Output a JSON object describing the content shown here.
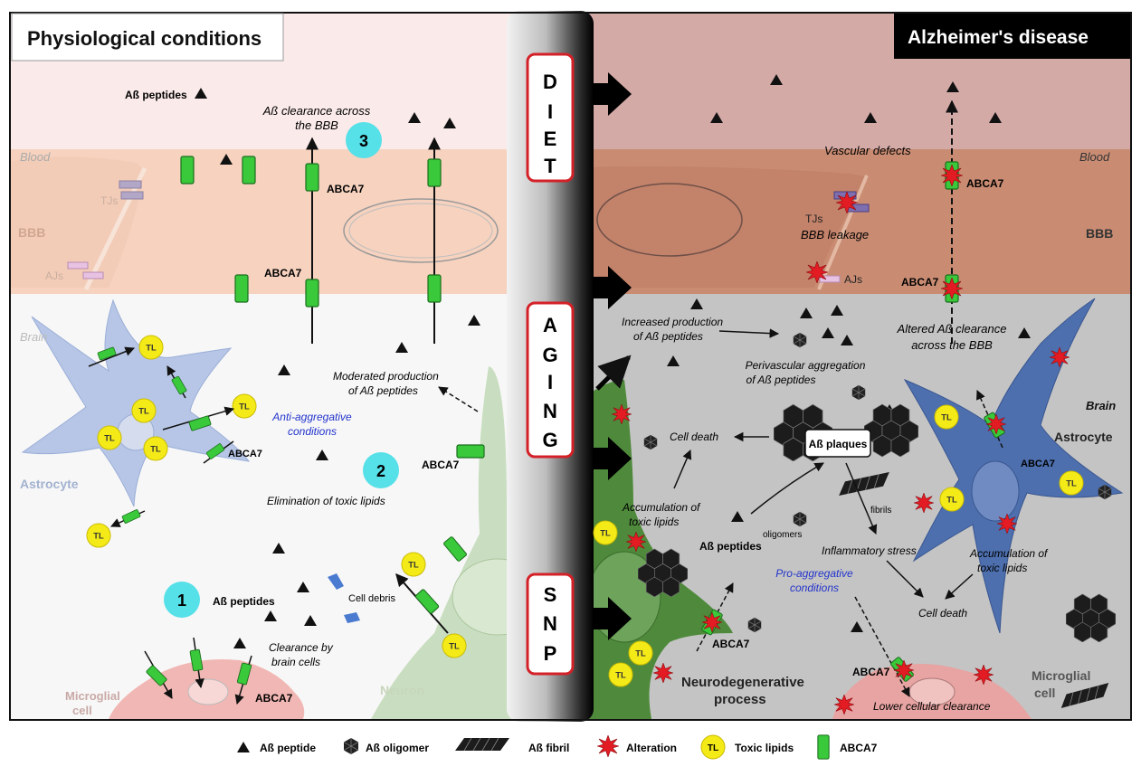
{
  "panels": {
    "left_title": "Physiological conditions",
    "right_title": "Alzheimer's disease"
  },
  "factors": [
    "D",
    "I",
    "E",
    "T",
    "A",
    "G",
    "I",
    "N",
    "G",
    "S",
    "N",
    "P"
  ],
  "left": {
    "blood": "Blood",
    "bbb": "BBB",
    "brain": "Brain",
    "tjs": "TJs",
    "ajs": "AJs",
    "abeta_peptides_top": "Aß peptides",
    "clearance_bbb_1": "Aß clearance across",
    "clearance_bbb_2": "the BBB",
    "num3": "3",
    "num2": "2",
    "num1": "1",
    "abca7_bbb_top": "ABCA7",
    "abca7_bbb_low": "ABCA7",
    "moderated_1": "Moderated production",
    "moderated_2": "of Aß peptides",
    "anti_agg_1": "Anti-aggregative",
    "anti_agg_2": "conditions",
    "abca7_astro": "ABCA7",
    "abca7_neuron": "ABCA7",
    "elimination": "Elimination of toxic lipids",
    "astrocyte": "Astrocyte",
    "abeta_peptides_bottom": "Aß peptides",
    "cell_debris": "Cell debris",
    "clearance_cells_1": "Clearance by",
    "clearance_cells_2": "brain cells",
    "abca7_micro": "ABCA7",
    "microglial_1": "Microglial",
    "microglial_2": "cell",
    "neuron": "Neuron",
    "tl": "TL"
  },
  "right": {
    "blood": "Blood",
    "bbb": "BBB",
    "brain": "Brain",
    "tjs": "TJs",
    "ajs": "AJs",
    "vascular": "Vascular defects",
    "leakage": "BBB leakage",
    "abca7_top": "ABCA7",
    "abca7_bbb": "ABCA7",
    "altered_1": "Altered Aß clearance",
    "altered_2": "across the BBB",
    "increased_1": "Increased production",
    "increased_2": "of Aß peptides",
    "perivascular_1": "Perivascular aggregation",
    "perivascular_2": "of Aß peptides",
    "cell_death_top": "Cell death",
    "plaques": "Aß plaques",
    "astrocyte": "Astrocyte",
    "abca7_astro": "ABCA7",
    "accum_left_1": "Accumulation of",
    "accum_left_2": "toxic lipids",
    "fibrils": "fibrils",
    "oligomers": "oligomers",
    "abeta_peptides": "Aß peptides",
    "inflammatory": "Inflammatory stress",
    "accum_right_1": "Accumulation of",
    "accum_right_2": "toxic lipids",
    "pro_agg_1": "Pro-aggregative",
    "pro_agg_2": "conditions",
    "cell_death_bottom": "Cell death",
    "abca7_neuro": "ABCA7",
    "neurodeg_1": "Neurodegenerative",
    "neurodeg_2": "process",
    "abca7_micro": "ABCA7",
    "lower_clearance": "Lower cellular clearance",
    "microglial_1": "Microglial",
    "microglial_2": "cell",
    "tl": "TL"
  },
  "legend": {
    "peptide": "Aß peptide",
    "oligomer": "Aß oligomer",
    "fibril": "Aß fibril",
    "alteration": "Alteration",
    "toxic_lipids": "Toxic lipids",
    "tl": "TL",
    "abca7": "ABCA7"
  },
  "colors": {
    "blood_left": "#fbeaea",
    "bbb_left": "#f6d2bf",
    "brain_left": "#f7f7f7",
    "blood_right": "#d4aaa7",
    "bbb_right": "#c98c73",
    "brain_right": "#c4c4c4",
    "astrocyte_left": "#b7c6e6",
    "astrocyte_right": "#4d6fae",
    "neuron_left": "#c9dec0",
    "neuron_right": "#4f8a3c",
    "abca7": "#39c93b",
    "toxic_lipid": "#f3ea18",
    "alteration": "#e31b23",
    "number_badge": "#56e0e8",
    "factor_border": "#d42128"
  }
}
